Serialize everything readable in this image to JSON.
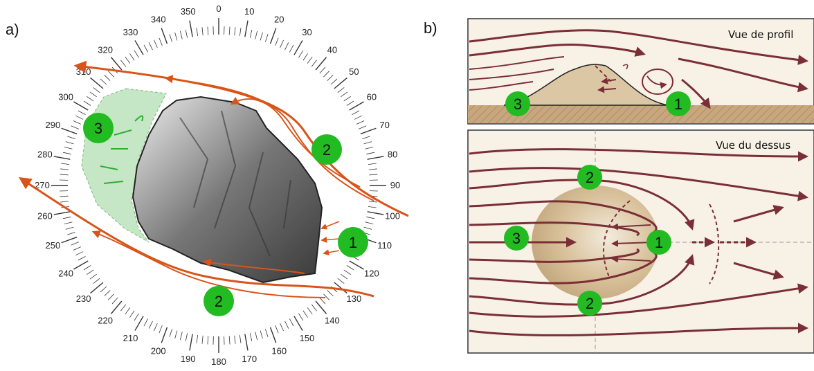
{
  "panel_a": {
    "label": "a)",
    "compass_labels": [
      "0",
      "10",
      "20",
      "30",
      "40",
      "50",
      "60",
      "70",
      "80",
      "90",
      "100",
      "110",
      "120",
      "130",
      "140",
      "150",
      "160",
      "170",
      "180",
      "190",
      "200",
      "210",
      "220",
      "230",
      "240",
      "250",
      "260",
      "270",
      "280",
      "290",
      "300",
      "310",
      "320",
      "330",
      "340",
      "350"
    ],
    "markers": [
      {
        "text": "3"
      },
      {
        "text": "2"
      },
      {
        "text": "1"
      },
      {
        "text": "2"
      }
    ]
  },
  "panel_b": {
    "label": "b)",
    "profile": {
      "title": "Vue de profil",
      "markers": [
        {
          "text": "3"
        },
        {
          "text": "1"
        }
      ]
    },
    "top": {
      "title": "Vue du dessus",
      "markers": [
        {
          "text": "2"
        },
        {
          "text": "3"
        },
        {
          "text": "1"
        },
        {
          "text": "2"
        }
      ]
    }
  },
  "colors": {
    "marker_green": "#22bb22",
    "arrow_orange": "#d85418",
    "stream_brown": "#7a2e35",
    "island_fill": "#d8c3a0",
    "ground_fill": "#c9a77e",
    "box_bg": "#f7f1e6"
  }
}
